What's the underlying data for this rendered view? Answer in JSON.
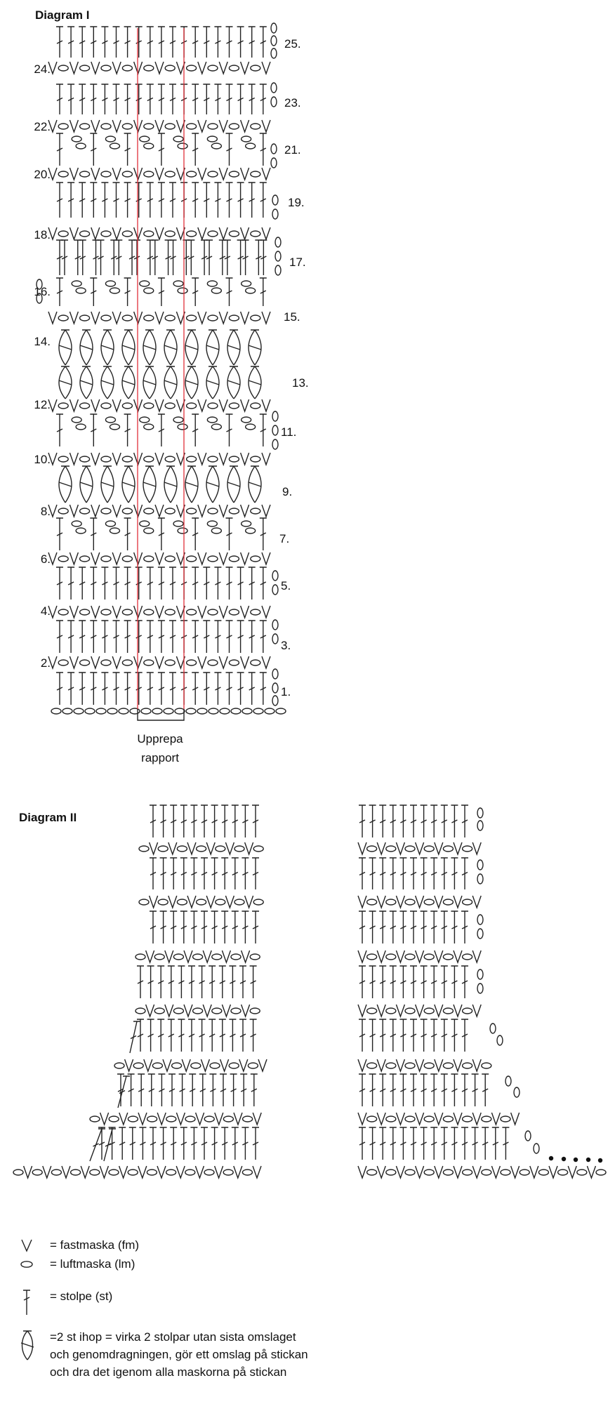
{
  "diagram1": {
    "title": "Diagram I",
    "row_labels_left": [
      "24.",
      "22.",
      "20.",
      "18.",
      "16.",
      "14.",
      "12.",
      "10.",
      "8.",
      "6.",
      "4.",
      "2."
    ],
    "row_labels_right": [
      "25.",
      "23.",
      "21.",
      "19.",
      "17.",
      "15.",
      "13.",
      "11.",
      "9.",
      "7.",
      "5.",
      "3.",
      "1."
    ],
    "repeat_label_line1": "Upprepa",
    "repeat_label_line2": "rapport",
    "repeat_line_color": "#e0303a"
  },
  "diagram2": {
    "title": "Diagram II"
  },
  "legend": [
    {
      "symbol": "sc-icon",
      "text": "= fastmaska (fm)"
    },
    {
      "symbol": "chain-icon",
      "text": "= luftmaska (lm)"
    },
    {
      "symbol": "dc-icon",
      "text": "= stolpe (st)"
    },
    {
      "symbol": "dc2tog-icon",
      "lines": [
        "=2 st ihop = virka 2 stolpar utan sista omslaget",
        "och genomdragningen, gör ett omslag på stickan",
        "och dra det igenom alla maskorna på stickan"
      ]
    }
  ]
}
